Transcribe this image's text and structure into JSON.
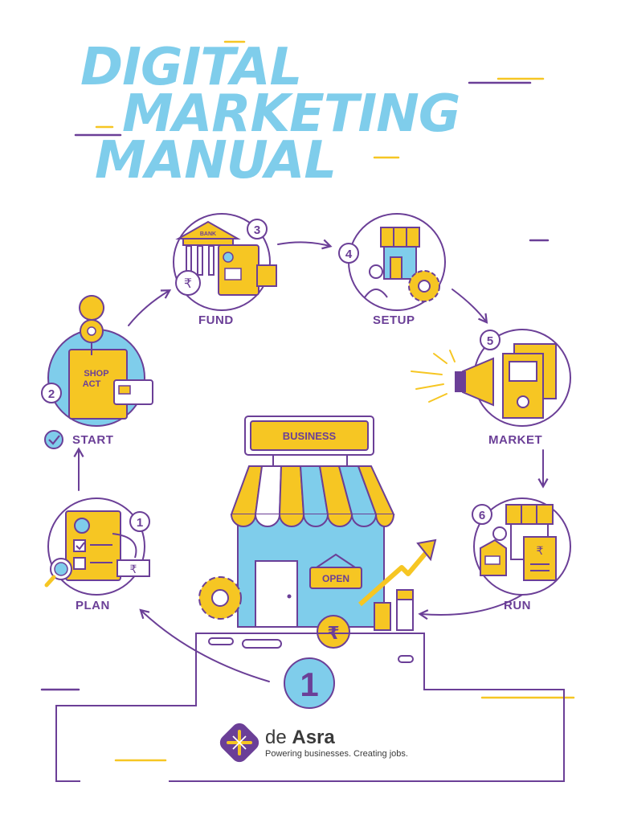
{
  "title": {
    "line1": "DIGITAL",
    "line2": "MARKETING",
    "line3": "MANUAL"
  },
  "steps": [
    {
      "number": "1",
      "label": "PLAN"
    },
    {
      "number": "2",
      "label": "START"
    },
    {
      "number": "3",
      "label": "FUND"
    },
    {
      "number": "4",
      "label": "SETUP"
    },
    {
      "number": "5",
      "label": "MARKET"
    },
    {
      "number": "6",
      "label": "RUN"
    }
  ],
  "illustration_text": {
    "bank": "BANK",
    "shop_act_line1": "SHOP",
    "shop_act_line2": "ACT",
    "business_sign": "BUSINESS",
    "open_sign": "OPEN",
    "rupee": "₹",
    "volume_number": "1"
  },
  "brand": {
    "prefix": "de ",
    "name": "Asra",
    "tagline": "Powering businesses. Creating jobs."
  },
  "colors": {
    "title_blue": "#7FCDEB",
    "purple": "#6B3F97",
    "yellow": "#F6C623",
    "light_blue": "#7FCDEB",
    "white": "#ffffff"
  }
}
